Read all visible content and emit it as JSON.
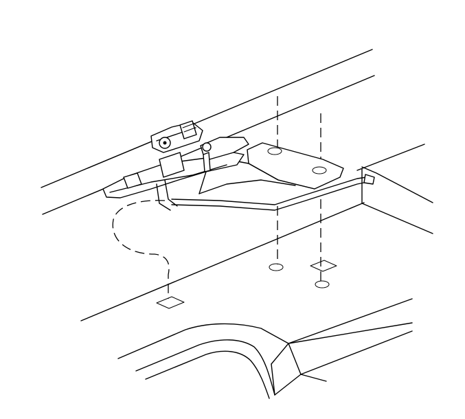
{
  "diagram": {
    "kind": "line-art",
    "colors": {
      "ink": "#000000",
      "paper": "#ffffff"
    },
    "parts": [
      "floor-panel",
      "latch-mechanism",
      "mounting-bracket",
      "release-cable",
      "bolt-holes",
      "wheel-well"
    ]
  }
}
